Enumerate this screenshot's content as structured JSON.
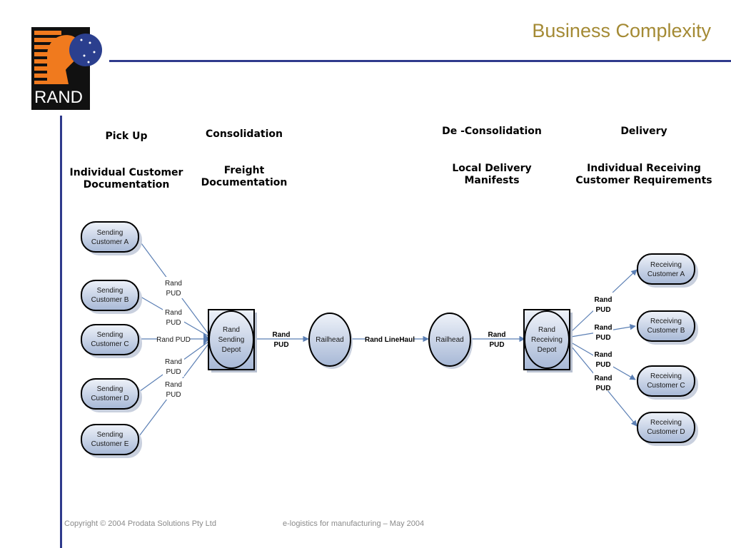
{
  "header": {
    "title": "Business Complexity",
    "logo_text": "RAND"
  },
  "stages": {
    "pickup": {
      "title": "Pick Up",
      "docs": [
        "Individual Customer",
        "Documentation"
      ]
    },
    "consolidation": {
      "title": "Consolidation",
      "docs": [
        "Freight",
        "Documentation"
      ]
    },
    "deconsolidation": {
      "title": "De -Consolidation",
      "docs": [
        "Local Delivery",
        "Manifests"
      ]
    },
    "delivery": {
      "title": "Delivery",
      "docs": [
        "Individual Receiving",
        "Customer Requirements"
      ]
    }
  },
  "diagram": {
    "senders": [
      [
        "Sending",
        "Customer A"
      ],
      [
        "Sending",
        "Customer B"
      ],
      [
        "Sending",
        "Customer C"
      ],
      [
        "Sending",
        "Customer D"
      ],
      [
        "Sending",
        "Customer E"
      ]
    ],
    "receivers": [
      [
        "Receiving",
        "Customer A"
      ],
      [
        "Receiving",
        "Customer B"
      ],
      [
        "Receiving",
        "Customer C"
      ],
      [
        "Receiving",
        "Customer D"
      ]
    ],
    "sending_depot": [
      "Rand",
      "Sending",
      "Depot"
    ],
    "receiving_depot": [
      "Rand",
      "Receiving",
      "Depot"
    ],
    "railhead_left": "Railhead",
    "railhead_right": "Railhead",
    "rand_pud_two_line": [
      "Rand",
      "PUD"
    ],
    "rand_pud_one_line": "Rand PUD",
    "linehaul": "Rand LineHaul"
  },
  "colors": {
    "title": "#a48a34",
    "rule": "#2f3a8c",
    "connector": "#5b7fb4",
    "node_fill_light": "#eef2f9",
    "node_fill_dark": "#a7b8d6"
  },
  "footer": {
    "copyright": "Copyright © 2004 Prodata Solutions Pty Ltd",
    "tagline": "e-logistics for manufacturing – May 2004"
  }
}
